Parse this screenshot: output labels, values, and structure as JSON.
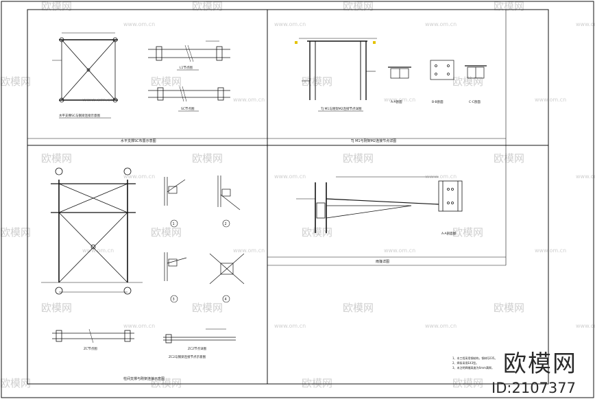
{
  "captions": {
    "top_left_main": "水平支撑SC布置示意图",
    "top_left_small": "水平支撑SC与钢梁连接示意图",
    "sc_detail": "SC节点图",
    "l1_detail": "L1节点图",
    "top_right_main": "TJ M1与刚架M2连接节点详图",
    "top_right_small": "TJ M1与刚架M2连接节点详图",
    "node_a": "A-A剖面",
    "node_b": "B-B剖面",
    "node_c": "C-C剖面",
    "bottom_left_main": "柱间支撑与刚架连接示意图",
    "zc_detail": "ZC节点图",
    "zc2_detail": "ZC2节点详图",
    "zc2_note": "ZC2与钢梁连接节点示意图",
    "bottom_right_main": "雨篷详图",
    "awning_section": "A-A剖面图"
  },
  "detail_markers": [
    "1",
    "2",
    "3",
    "4"
  ],
  "notes": [
    "1、本工程采用钢结构，钢材Q235。",
    "2、焊条采用E43型。",
    "3、未注明焊缝高度为6mm满焊。"
  ],
  "watermarks": {
    "brand_cn": "欧模网",
    "site": "www.om.cn"
  },
  "brand": {
    "name": "欧模网",
    "id_text": "ID:2107377"
  }
}
